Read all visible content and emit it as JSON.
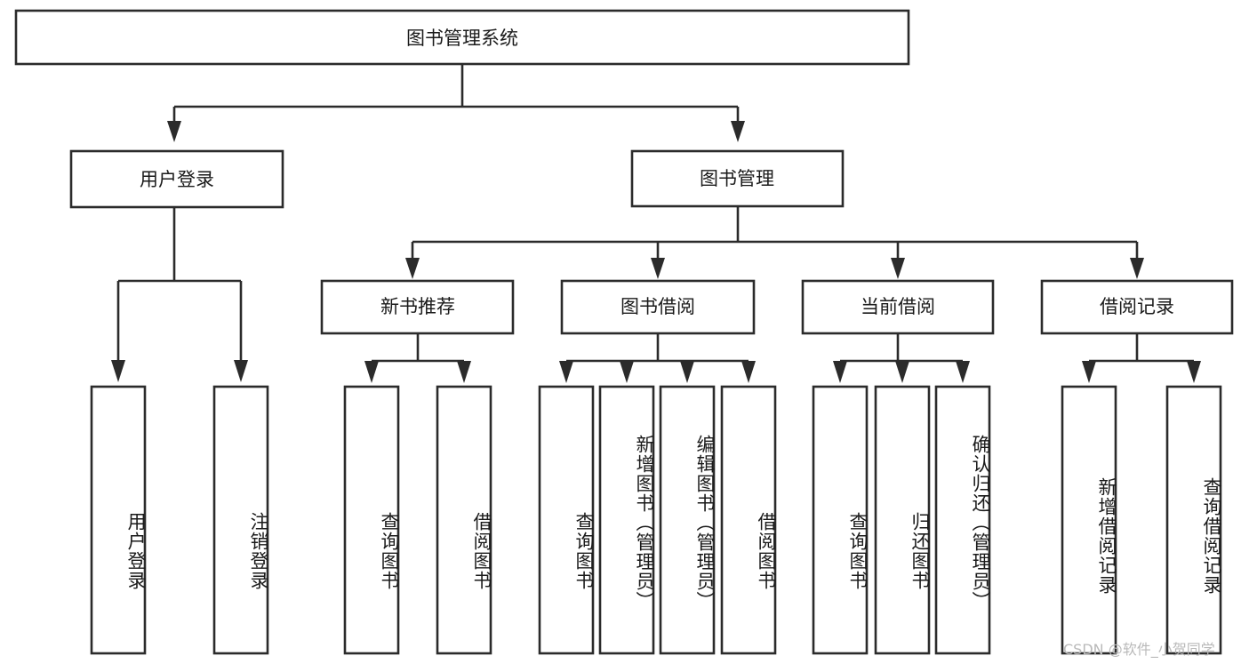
{
  "diagram": {
    "title": "图书管理系统",
    "type": "hierarchy-tree",
    "orientation": "top-down",
    "levels": 4,
    "root": {
      "id": "root",
      "label": "图书管理系统",
      "orientation": "horizontal"
    },
    "level2": [
      {
        "id": "user-login",
        "label": "用户登录",
        "orientation": "horizontal"
      },
      {
        "id": "book-manage",
        "label": "图书管理",
        "orientation": "horizontal"
      }
    ],
    "level3": [
      {
        "id": "new-book-rec",
        "label": "新书推荐",
        "parent": "book-manage",
        "orientation": "horizontal"
      },
      {
        "id": "book-borrow",
        "label": "图书借阅",
        "parent": "book-manage",
        "orientation": "horizontal"
      },
      {
        "id": "current-borrow",
        "label": "当前借阅",
        "parent": "book-manage",
        "orientation": "horizontal"
      },
      {
        "id": "borrow-record",
        "label": "借阅记录",
        "parent": "book-manage",
        "orientation": "horizontal"
      }
    ],
    "leaves": [
      {
        "id": "leaf-user-login",
        "label": "用户登录",
        "parent": "user-login",
        "orientation": "vertical"
      },
      {
        "id": "leaf-user-logout",
        "label": "注销登录",
        "parent": "user-login",
        "orientation": "vertical"
      },
      {
        "id": "leaf-rec-query-book",
        "label": "查询图书",
        "parent": "new-book-rec",
        "orientation": "vertical"
      },
      {
        "id": "leaf-rec-borrow-book",
        "label": "借阅图书",
        "parent": "new-book-rec",
        "orientation": "vertical"
      },
      {
        "id": "leaf-borrow-query-book",
        "label": "查询图书",
        "parent": "book-borrow",
        "orientation": "vertical"
      },
      {
        "id": "leaf-borrow-add-book",
        "label": "新增图书（管理员）",
        "parent": "book-borrow",
        "orientation": "vertical"
      },
      {
        "id": "leaf-borrow-edit-book",
        "label": "编辑图书（管理员）",
        "parent": "book-borrow",
        "orientation": "vertical"
      },
      {
        "id": "leaf-borrow-borrow-book",
        "label": "借阅图书",
        "parent": "book-borrow",
        "orientation": "vertical"
      },
      {
        "id": "leaf-current-query-book",
        "label": "查询图书",
        "parent": "current-borrow",
        "orientation": "vertical"
      },
      {
        "id": "leaf-current-return-book",
        "label": "归还图书",
        "parent": "current-borrow",
        "orientation": "vertical"
      },
      {
        "id": "leaf-current-confirm-return",
        "label": "确认归还（管理员）",
        "parent": "current-borrow",
        "orientation": "vertical"
      },
      {
        "id": "leaf-record-add",
        "label": "新增借阅记录",
        "parent": "borrow-record",
        "orientation": "vertical"
      },
      {
        "id": "leaf-record-query",
        "label": "查询借阅记录",
        "parent": "borrow-record",
        "orientation": "vertical"
      }
    ]
  },
  "watermark": {
    "text": "CSDN @软件_小贺同学"
  },
  "colors": {
    "box_stroke": "#2b2b2b",
    "box_fill": "#ffffff",
    "text": "#1a1a1a",
    "connector": "#2b2b2b",
    "background": "#ffffff",
    "watermark": "#b9b9b9"
  }
}
